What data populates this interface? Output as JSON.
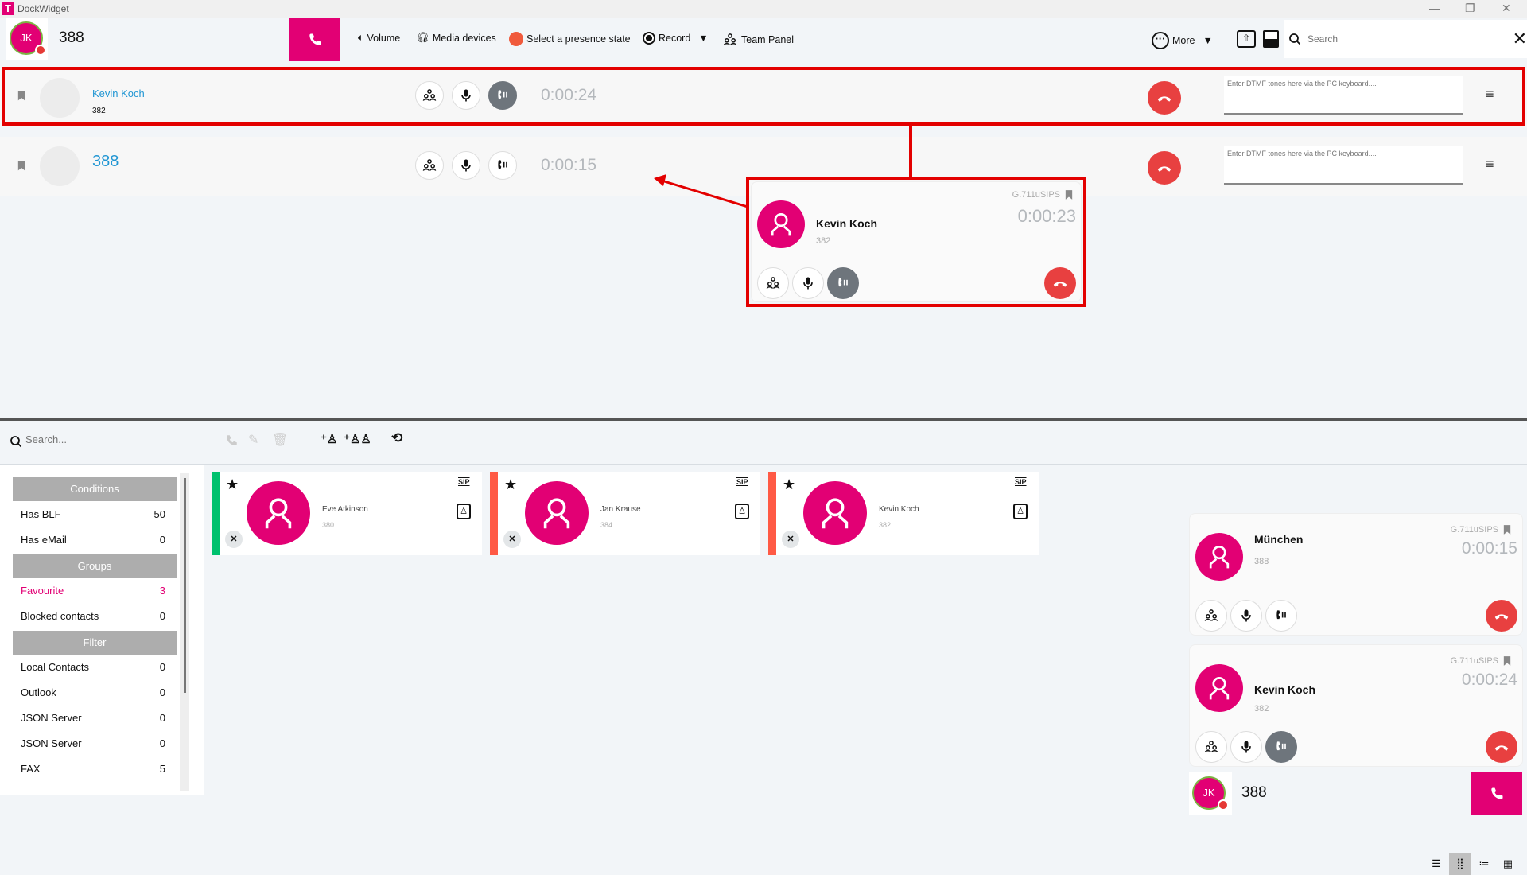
{
  "window": {
    "title": "DockWidget",
    "logo": "T"
  },
  "toolbar": {
    "avatar_initials": "JK",
    "extension": "388",
    "volume": "Volume",
    "media_devices": "Media devices",
    "presence": "Select a presence state",
    "record": "Record",
    "team_panel": "Team Panel",
    "more": "More",
    "search_placeholder": "Search"
  },
  "calls": [
    {
      "name": "Kevin Koch",
      "ext": "382",
      "timer": "0:00:24",
      "dtmf_placeholder": "Enter DTMF tones here via the PC keyboard....",
      "held": true
    },
    {
      "name": "388",
      "ext": "",
      "timer": "0:00:15",
      "dtmf_placeholder": "Enter DTMF tones here via the PC keyboard....",
      "held": false
    }
  ],
  "popup": {
    "name": "Kevin Koch",
    "ext": "382",
    "codec": "G.711uSIPS",
    "timer": "0:00:23"
  },
  "contacts_toolbar": {
    "search_placeholder": "Search..."
  },
  "sidebar": {
    "conditions_header": "Conditions",
    "conditions": [
      {
        "label": "Has BLF",
        "count": "50"
      },
      {
        "label": "Has eMail",
        "count": "0"
      }
    ],
    "groups_header": "Groups",
    "groups": [
      {
        "label": "Favourite",
        "count": "3"
      },
      {
        "label": "Blocked contacts",
        "count": "0"
      }
    ],
    "filter_header": "Filter",
    "filters": [
      {
        "label": "Local Contacts",
        "count": "0"
      },
      {
        "label": "Outlook",
        "count": "0"
      },
      {
        "label": "JSON Server",
        "count": "0"
      },
      {
        "label": "JSON Server",
        "count": "0"
      },
      {
        "label": "FAX",
        "count": "5"
      }
    ]
  },
  "contacts": [
    {
      "name": "Eve Atkinson",
      "ext": "380",
      "status_color": "#00c16e",
      "badge": "SIP"
    },
    {
      "name": "Jan Krause",
      "ext": "384",
      "status_color": "#ff5a45",
      "badge": "SIP"
    },
    {
      "name": "Kevin Koch",
      "ext": "382",
      "status_color": "#ff5a45",
      "badge": "SIP"
    }
  ],
  "mini_calls": [
    {
      "name": "München",
      "ext": "388",
      "codec": "G.711uSIPS",
      "timer": "0:00:15",
      "held": false
    },
    {
      "name": "Kevin Koch",
      "ext": "382",
      "codec": "G.711uSIPS",
      "timer": "0:00:24",
      "held": true
    }
  ],
  "footer": {
    "avatar_initials": "JK",
    "extension": "388"
  },
  "colors": {
    "brand": "#e20074",
    "hangup": "#e84040",
    "highlight": "#e30000"
  }
}
